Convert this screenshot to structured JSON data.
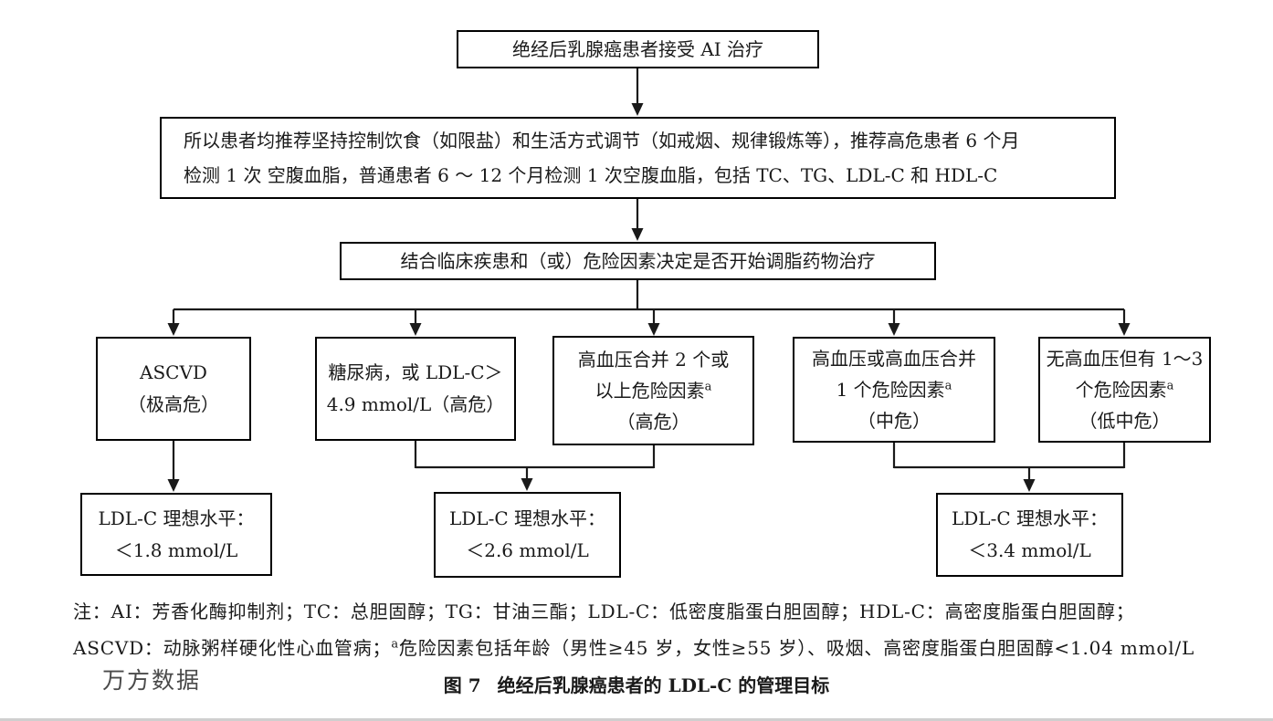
{
  "colors": {
    "line": "#1a1a1a",
    "watermark": "#4a4a4a"
  },
  "flowchart": {
    "top_box": {
      "text": "绝经后乳腺癌患者接受 AI 治疗"
    },
    "recommend_box": {
      "line1": "所以患者均推荐坚持控制饮食（如限盐）和生活方式调节（如戒烟、规律锻炼等），推荐高危患者 6 个月",
      "line2": "检测 1 次 空腹血脂，普通患者 6 ～ 12 个月检测 1 次空腹血脂，包括 TC、TG、LDL-C 和 HDL-C"
    },
    "decision_box": {
      "text": "结合临床疾患和（或）危险因素决定是否开始调脂药物治疗"
    },
    "risk_boxes": [
      {
        "line1": "ASCVD",
        "line2": "（极高危）"
      },
      {
        "line1": "糖尿病，或 LDL-C＞",
        "line2": "4.9 mmol/L（高危）"
      },
      {
        "line1": "高血压合并 2 个或",
        "line2": "以上危险因素",
        "sup": "a",
        "line3": "（高危）"
      },
      {
        "line1": "高血压或高血压合并",
        "line2": "1 个危险因素",
        "sup": "a",
        "line3": "（中危）"
      },
      {
        "line1": "无高血压但有 1～3",
        "line2": "个危险因素",
        "sup": "a",
        "line3": "（低中危）"
      }
    ],
    "target_boxes": [
      {
        "line1": "LDL-C 理想水平：",
        "line2": "＜1.8 mmol/L"
      },
      {
        "line1": "LDL-C 理想水平：",
        "line2": "＜2.6 mmol/L"
      },
      {
        "line1": "LDL-C 理想水平：",
        "line2": "＜3.4 mmol/L"
      }
    ]
  },
  "notes": {
    "line1": "注：AI：芳香化酶抑制剂；TC：总胆固醇；TG：甘油三酯；LDL-C：低密度脂蛋白胆固醇；HDL-C：高密度脂蛋白胆固醇；",
    "line2_prefix": "ASCVD：动脉粥样硬化性心血管病；",
    "line2_sup": "a",
    "line2_suffix": "危险因素包括年龄（男性≥45 岁，女性≥55 岁）、吸烟、高密度脂蛋白胆固醇<1.04 mmol/L"
  },
  "caption": {
    "label": "图 7",
    "text": "绝经后乳腺癌患者的 LDL-C 的管理目标"
  },
  "watermark": {
    "text": "万方数据"
  }
}
